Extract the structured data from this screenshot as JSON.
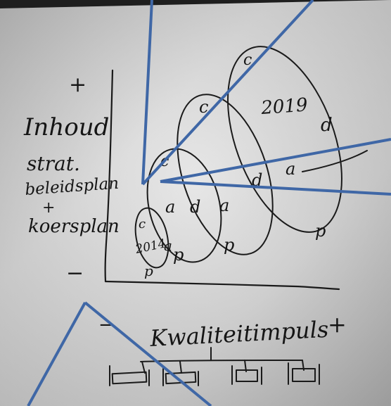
{
  "y_axis": {
    "plus": "+",
    "minus": "−",
    "label_lines": [
      "Inhoud",
      "strat.",
      "beleidsplan",
      "+",
      "koersplan"
    ]
  },
  "x_axis": {
    "minus": "−",
    "plus": "+",
    "label": "Kwaliteitimpuls"
  },
  "cycles": [
    {
      "year": "2014",
      "letters": [
        "c",
        "a",
        "p"
      ]
    },
    {
      "letters": [
        "c",
        "a",
        "d",
        "p"
      ]
    },
    {
      "letters": [
        "c",
        "a",
        "d",
        "p"
      ]
    },
    {
      "year": "2019",
      "letters": [
        "c",
        "d",
        "a",
        "p"
      ]
    }
  ],
  "colors": {
    "paper": "#d9d9d9",
    "ink": "#1a1a1a",
    "overlay_lines": "#3f67a6"
  },
  "org_boxes": 4
}
